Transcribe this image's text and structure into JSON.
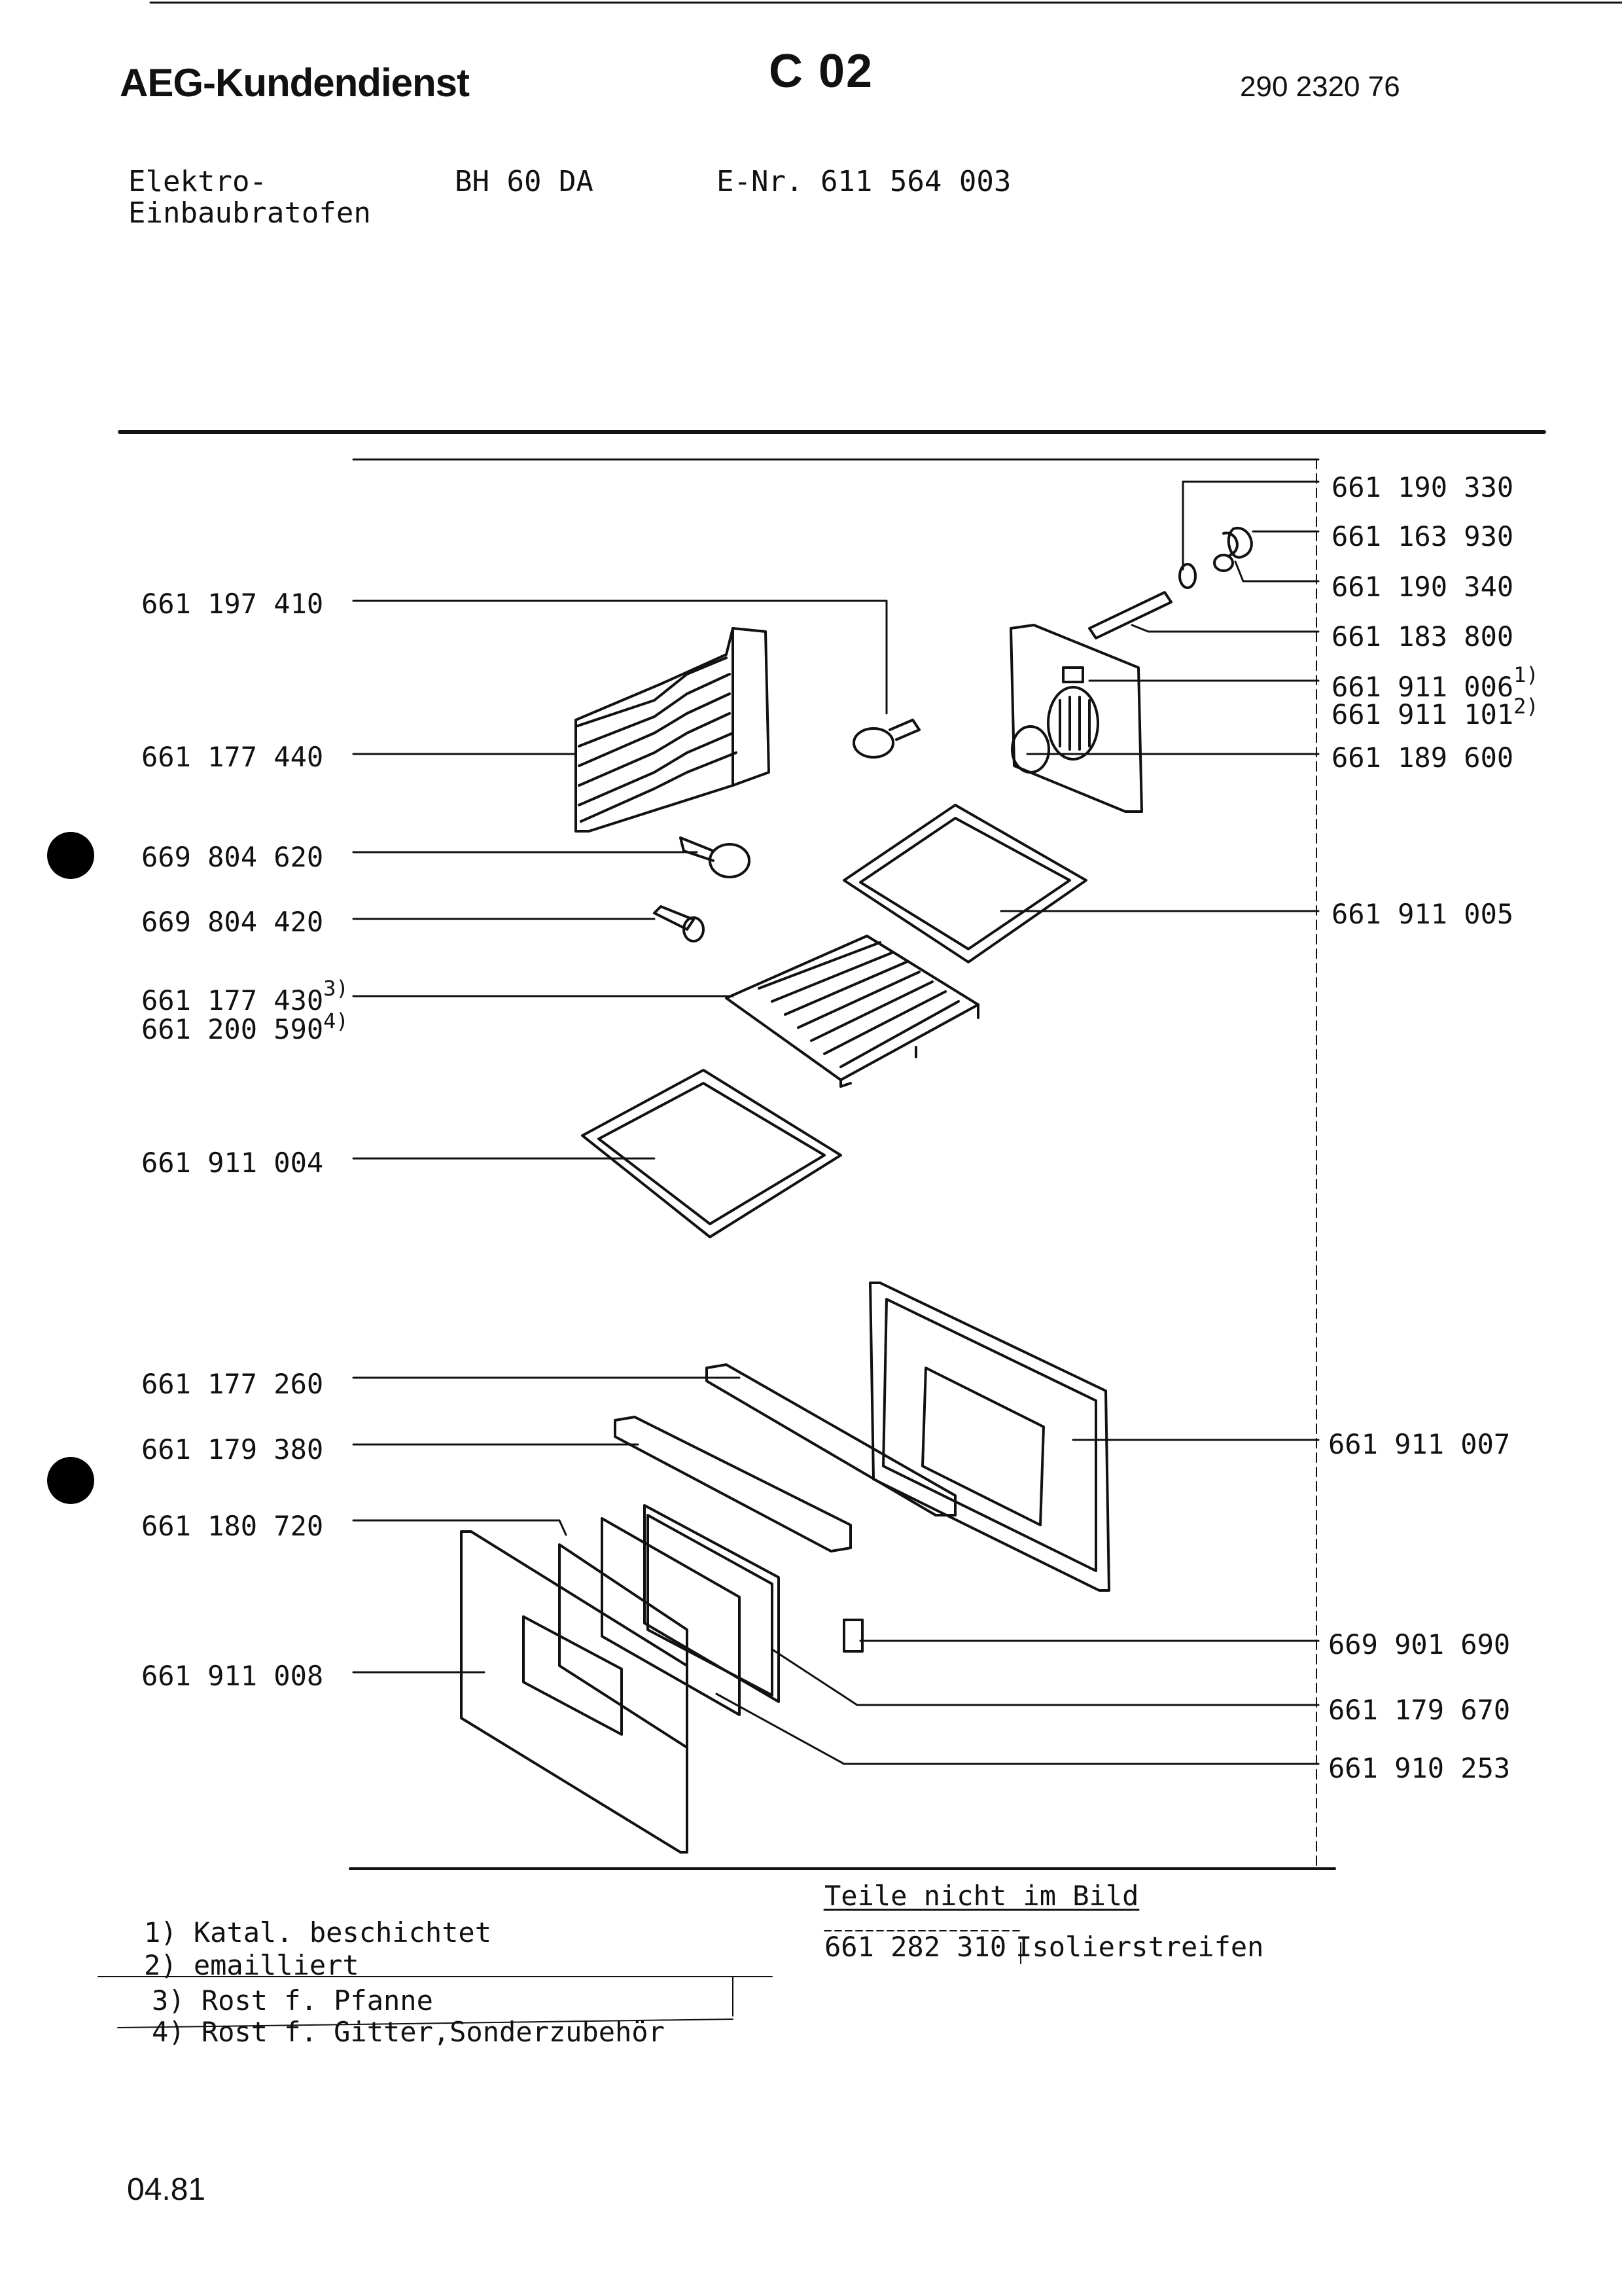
{
  "header": {
    "title": "AEG-Kundendienst",
    "code": "C 02",
    "doc_number": "290 2320 76"
  },
  "appliance": {
    "type_line1": "Elektro-",
    "type_line2": "Einbaubratofen",
    "model": "BH  60 DA",
    "e_nr": "E-Nr. 611 564 003"
  },
  "parts_left": [
    {
      "number": "661 197 410"
    },
    {
      "number": "661 177 440"
    },
    {
      "number": "669 804 620",
      "marker": "dot"
    },
    {
      "number": "669 804 420"
    },
    {
      "number": "661 177 430",
      "note": "3)"
    },
    {
      "number": "661 200 590",
      "note": "4)"
    },
    {
      "number": "661 911 004"
    },
    {
      "number": "661 177 260"
    },
    {
      "number": "661 179 380",
      "marker": "dot"
    },
    {
      "number": "661 180 720"
    },
    {
      "number": "661 911 008"
    }
  ],
  "parts_right": [
    {
      "number": "661 190 330"
    },
    {
      "number": "661 163 930"
    },
    {
      "number": "661 190 340"
    },
    {
      "number": "661 183 800"
    },
    {
      "number": "661 911 006",
      "note": "1)"
    },
    {
      "number": "661 911 101",
      "note": "2)"
    },
    {
      "number": "661 189 600"
    },
    {
      "number": "661 911 005"
    },
    {
      "number": "661 911 007"
    },
    {
      "number": "669 901 690"
    },
    {
      "number": "661 179 670"
    },
    {
      "number": "661 910 253"
    }
  ],
  "not_pictured": {
    "heading": "Teile nicht im Bild",
    "items": [
      {
        "number": "661 282 310",
        "description": "Isolierstreifen"
      }
    ]
  },
  "footnotes": [
    "1) Katal. beschichtet",
    "2) emailliert",
    "3) Rost f. Pfanne",
    "4) Rost f. Gitter,Sonderzubehör"
  ],
  "date": "04.81",
  "colors": {
    "ink": "#111111",
    "paper": "#ffffff"
  }
}
